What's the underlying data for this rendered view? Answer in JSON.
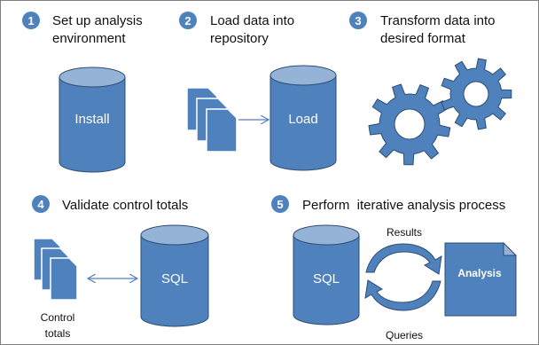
{
  "colors": {
    "shape_fill": "#4f81bd",
    "shape_top": "#95b3d7",
    "shape_stroke": "#2c4d75",
    "badge_fill": "#4f81bd",
    "text_dark": "#111111",
    "text_light": "#ffffff"
  },
  "steps": [
    {
      "num": "1",
      "line1": "Set up analysis",
      "line2": "environment"
    },
    {
      "num": "2",
      "line1": "Load data into",
      "line2": "repository"
    },
    {
      "num": "3",
      "line1": "Transform data into",
      "line2": "desired format"
    },
    {
      "num": "4",
      "line1": "Validate control totals",
      "line2": ""
    },
    {
      "num": "5",
      "line1": "Perform  iterative analysis process",
      "line2": ""
    }
  ],
  "shapes": {
    "install_label": "Install",
    "load_label": "Load",
    "sql_label_4": "SQL",
    "sql_label_5": "SQL",
    "analysis_label": "Analysis"
  },
  "annotations": {
    "control_line1": "Control",
    "control_line2": "totals",
    "results": "Results",
    "queries": "Queries"
  },
  "icons": [
    "cylinder-icon",
    "document-stack-icon",
    "gear-icon",
    "cycle-arrow-icon",
    "double-arrow-icon"
  ]
}
